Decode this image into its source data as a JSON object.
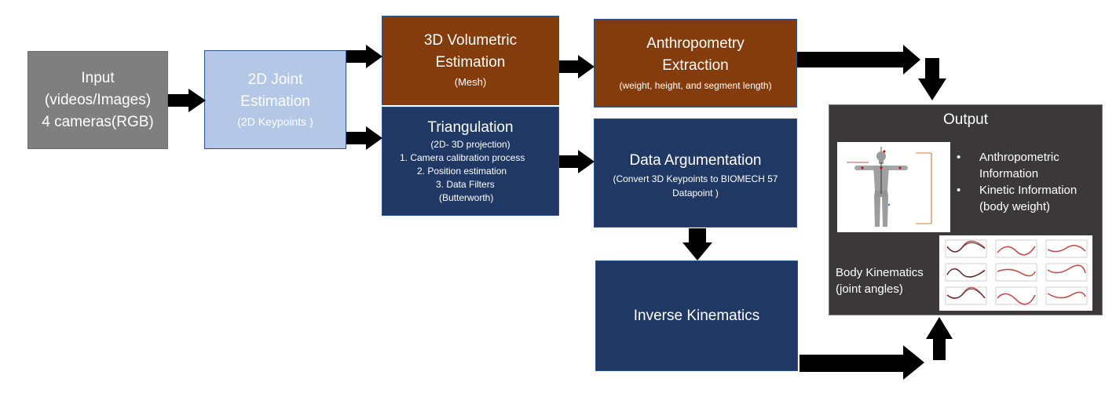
{
  "input": {
    "lines": [
      "Input",
      "(videos/Images)",
      "4 cameras(RGB)"
    ]
  },
  "joint": {
    "title_lines": [
      "2D Joint",
      "Estimation"
    ],
    "subtitle": "(2D Keypoints )"
  },
  "volumetric": {
    "title_lines": [
      "3D  Volumetric",
      "Estimation"
    ],
    "subtitle": "(Mesh)"
  },
  "triangulation": {
    "title": "Triangulation",
    "subtitle": "(2D- 3D projection)",
    "steps": [
      "1.    Camera calibration process",
      "2.    Position estimation",
      "3.    Data Filters",
      "(Butterworth)"
    ]
  },
  "anthropometry": {
    "title_lines": [
      "Anthropometry",
      "Extraction"
    ],
    "subtitle": "(weight, height, and segment length)"
  },
  "argumentation": {
    "title": "Data Argumentation",
    "subtitle_lines": [
      "(Convert 3D Keypoints to BIOMECH 57",
      "Datapoint )"
    ]
  },
  "inverse": {
    "title": "Inverse Kinematics"
  },
  "output": {
    "title": "Output",
    "bullets": [
      {
        "marker": "•",
        "lines": [
          "Anthropometric",
          "Information"
        ]
      },
      {
        "marker": "•",
        "lines": [
          "Kinetic Information",
          "(body weight)"
        ]
      }
    ],
    "kinematics_lines": [
      "Body Kinematics",
      "(joint angles)"
    ]
  }
}
